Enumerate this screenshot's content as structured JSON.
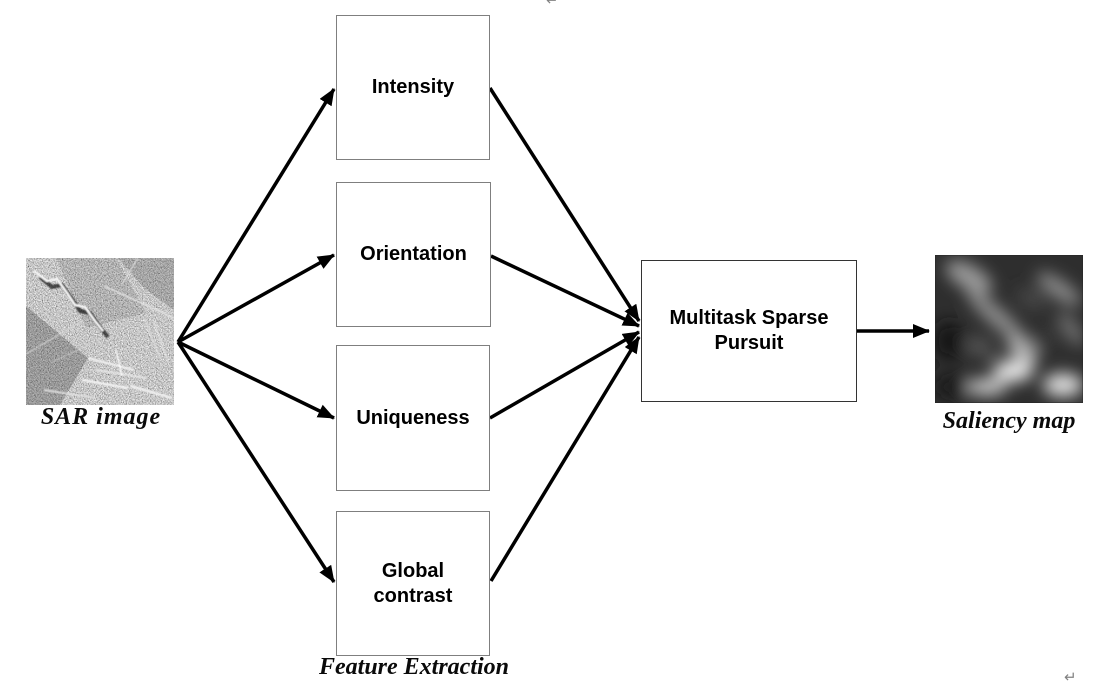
{
  "figure": {
    "input": {
      "label": "SAR image",
      "image_alt": "grayscale SAR aerial image thumbnail"
    },
    "feature_extraction": {
      "group_label": "Feature Extraction",
      "boxes": [
        {
          "label": "Intensity"
        },
        {
          "label": "Orientation"
        },
        {
          "label": "Uniqueness"
        },
        {
          "label": "Global contrast"
        }
      ]
    },
    "process": {
      "label": "Multitask Sparse Pursuit"
    },
    "output": {
      "label": "Saliency map",
      "image_alt": "blurred grayscale saliency map thumbnail"
    },
    "artifacts": {
      "top_mark": "↵",
      "bottom_mark": "↵"
    },
    "colors": {
      "background": "#ffffff",
      "arrow": "#000000",
      "feature_box_border": "#7f7f7f",
      "process_box_border": "#333333",
      "text": "#000000",
      "artifact_mark": "#828282"
    }
  }
}
